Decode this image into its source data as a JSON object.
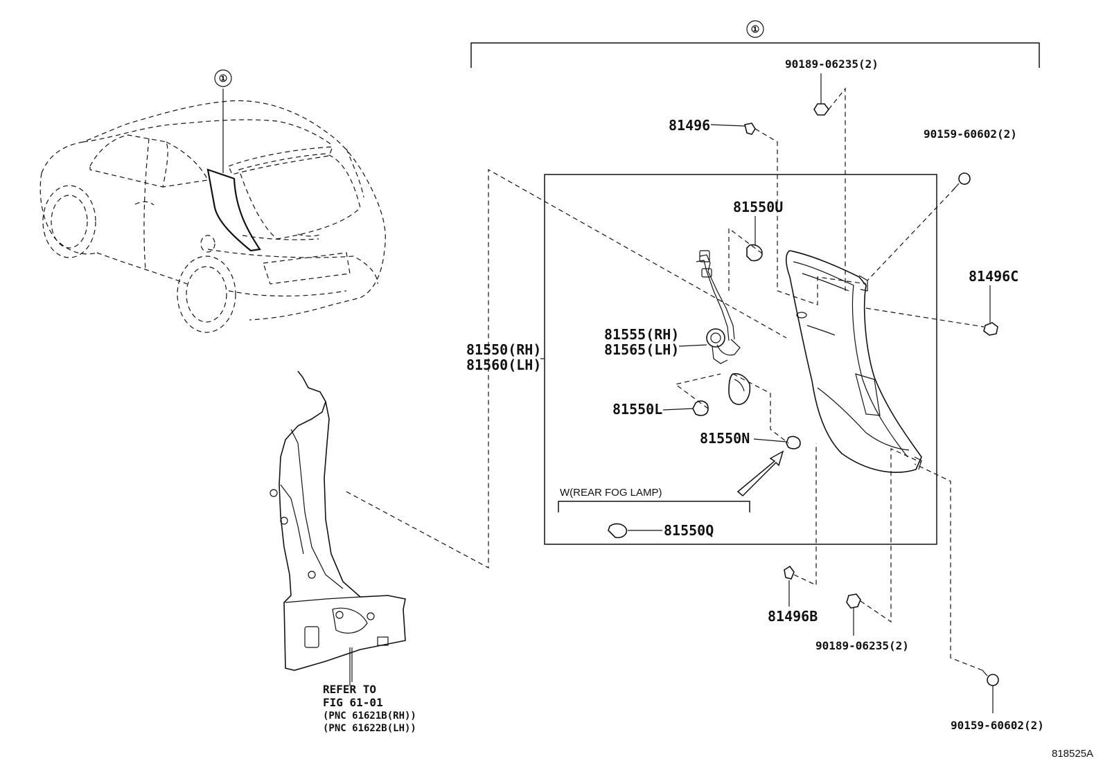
{
  "callout_symbol": "①",
  "labels": {
    "p_90189_top": "90189-06235(2)",
    "p_81496": "81496",
    "p_90159_top": "90159-60602(2)",
    "p_81550U": "81550U",
    "p_81496C": "81496C",
    "p_81555": "81555(RH)",
    "p_81565": "81565(LH)",
    "p_81550_rh": "81550(RH)",
    "p_81560_lh": "81560(LH)",
    "p_81550L": "81550L",
    "p_81550N": "81550N",
    "rear_fog": "W(REAR FOG LAMP)",
    "p_81550Q": "81550Q",
    "p_81496B": "81496B",
    "p_90189_bottom": "90189-06235(2)",
    "p_90159_bottom": "90159-60602(2)",
    "refer_line1": "REFER TO",
    "refer_line2": "FIG 61-01",
    "refer_line3": "(PNC 61621B(RH))",
    "refer_line4": "(PNC 61622B(LH))",
    "figure_id": "818525A"
  }
}
